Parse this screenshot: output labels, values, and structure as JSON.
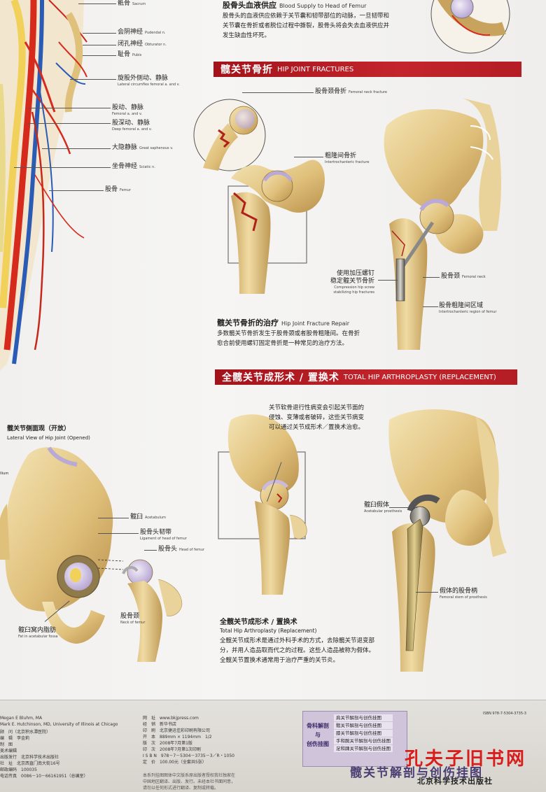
{
  "top_labels": [
    {
      "zh": "骶骨",
      "en": "Sacrum"
    },
    {
      "zh": "会阴神经",
      "en": "Pudendal n."
    },
    {
      "zh": "闭孔神经",
      "en": "Obturator n."
    },
    {
      "zh": "耻骨",
      "en": "Pubis"
    },
    {
      "zh": "旋股外侧动、静脉",
      "en": "Lateral circumflex femoral a. and v."
    },
    {
      "zh": "股动、静脉",
      "en": "Femoral a. and v."
    },
    {
      "zh": "股深动、静脉",
      "en": "Deep femoral a. and v."
    },
    {
      "zh": "大隐静脉",
      "en": "Great saphenous v."
    },
    {
      "zh": "坐骨神经",
      "en": "Sciatic n."
    },
    {
      "zh": "股骨",
      "en": "Femur"
    }
  ],
  "blood_supply": {
    "title_zh": "股骨头血液供应",
    "title_en": "Blood Supply to Head of Femur",
    "text": [
      "股骨头的血液供应依赖于关节囊和韧带部位的动脉，一旦韧带和",
      "关节囊在骨折或者脱位过程中撕裂，股骨头将会失去血液供应并",
      "发生缺血性坏死。"
    ]
  },
  "fractures": {
    "header_zh": "髋关节骨折",
    "header_en": "HIP JOINT FRACTURES",
    "neck_fracture": {
      "zh": "股骨颈骨折",
      "en": "Femoral neck fracture"
    },
    "intertroch": {
      "zh": "粗隆间骨折",
      "en": "Intertrochanteric fracture"
    },
    "screw": {
      "zh1": "使用加压螺钉",
      "zh2": "稳定髋关节骨折",
      "en1": "Compression hip screw",
      "en2": "stabilizing hip fractures"
    },
    "femoral_neck": {
      "zh": "股骨颈",
      "en": "Femoral neck"
    },
    "intertroch_region": {
      "zh": "股骨粗隆间区域",
      "en": "Intertrochanteric region of femur"
    },
    "repair_title_zh": "髋关节骨折的治疗",
    "repair_title_en": "Hip Joint Fracture Repair",
    "repair_text": [
      "多数髋关节骨折发生于股骨颈或者股骨粗隆间。在骨折",
      "愈合前使用螺钉固定骨折是一种常见的治疗方法。"
    ]
  },
  "lateral": {
    "title_zh": "髋关节侧面观（开放）",
    "title_en": "Lateral View of Hip Joint (Opened)",
    "ilium": "Ilium",
    "acetabulum": {
      "zh": "髋臼",
      "en": "Acetabulum"
    },
    "ligament": {
      "zh": "股骨头韧带",
      "en": "Ligament of head of femur"
    },
    "head": {
      "zh": "股骨头",
      "en": "Head of femur"
    },
    "neck": {
      "zh": "股骨颈",
      "en": "Neck of femur"
    },
    "fat": {
      "zh": "髋臼窝内脂肪",
      "en": "Fat in acetabular fossa"
    }
  },
  "arthroplasty": {
    "header_zh": "全髋关节成形术 / 置换术",
    "header_en": "TOTAL HIP ARTHROPLASTY (REPLACEMENT)",
    "note": [
      "关节软骨退行性病变会引起关节面的",
      "侵蚀、变薄或者破碎，这些关节病变",
      "可以通过关节成形术／置换术治愈。"
    ],
    "acetab_prosthesis": {
      "zh": "髋臼假体",
      "en": "Acetabular prosthesis"
    },
    "stem": {
      "zh": "假体的股骨柄",
      "en": "Femoral stem of prosthesis"
    },
    "title_zh": "全髋关节成形术 / 置换术",
    "title_en": "Total Hip Arthroplasty (Replacement)",
    "text": [
      "全髋关节成形术是通过外科手术的方式，去除髋关节退变部",
      "分，并用人造品取而代之的过程。这些人造品被称为假体。",
      "全髋关节置换术通常用于治疗严重的关节炎。"
    ]
  },
  "footer": {
    "authors": [
      "Megan E Bluhm, MA",
      "Mark E. Hutchinson, MD, University of Illinois at Chicago"
    ],
    "left_lines": [
      "顾　问（北京积水潭医院）",
      "编　辑　李金莉",
      "制　图",
      "美术编辑",
      "出版发行　北京科学技术出版社",
      "社　址　北京西直门南大街16号",
      "邮政编码　100035",
      "电话传真　0086－10－66161951（总编室）"
    ],
    "mid_lines": [
      "网　址　www.bkjpress.com",
      "经　销　新华书店",
      "印　刷　北京捷迅佳彩印刷有限公司",
      "开　本　889mm × 1194mm　1/2",
      "版　次　2008年7月第1版",
      "印　次　2008年7月第1次印刷",
      "I S B N　978－7－5304－3735－3／R・1050",
      "定　价　100.00元（全套共5张）"
    ],
    "notice": [
      "本系列挂图图体中文版系原出版者授权我社独家在",
      "中国地区翻译、出版、发行。未经本社书面同意，",
      "请勿以任何形式进行翻译、复制或转载。"
    ],
    "isbn_small": "ISBN 978-7-5304-3735-3",
    "series_left": [
      "骨科解剖",
      "与",
      "创伤挂图"
    ],
    "series_items": [
      "肩关节解剖与创伤挂图",
      "髋关节解剖与创伤挂图",
      "膝关节解剖与创伤挂图",
      "手和腕关节解剖与创伤挂图",
      "足和踝关节解剖与创伤挂图"
    ],
    "series_title": "髋关节解剖与创伤挂图",
    "watermark": "孔夫子旧书网",
    "publisher": "北京科学技术出版社",
    "colors": {
      "header_red": "#b31d24",
      "watermark_red": "#d91c1c",
      "series_purple": "#cfc4da"
    }
  }
}
